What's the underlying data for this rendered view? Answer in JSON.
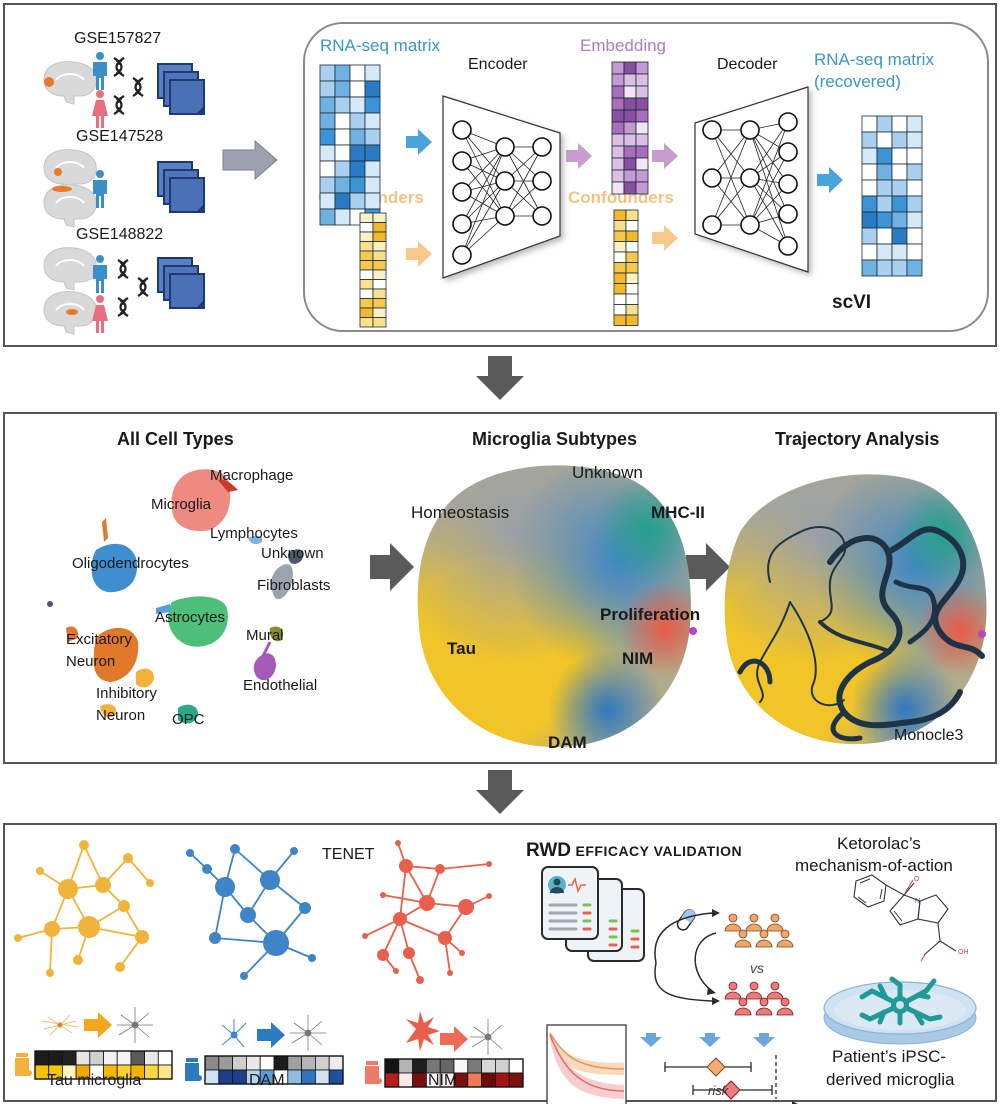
{
  "colors": {
    "rna_blue": "#3a97d4",
    "confounder_yellow": "#f3c55b",
    "embedding_purple": "#9c5aa8",
    "arrow_gray": "#5c5c5c",
    "male_blue": "#3a8fcb",
    "female_pink": "#e96f7f",
    "stack_blue": "#4a72b8",
    "tau_yellow": "#f1c232",
    "dam_blue": "#3d85c6",
    "nim_red": "#e8604c",
    "trajectory_navy": "#1f3347",
    "petri_teal": "#1f9a96"
  },
  "panel1": {
    "datasets": [
      {
        "id": "GSE157827",
        "people": [
          "male",
          "female"
        ],
        "dna_count": 3
      },
      {
        "id": "GSE147528",
        "people": [
          "male"
        ],
        "dna_count": 0
      },
      {
        "id": "GSE148822",
        "people": [
          "male",
          "female"
        ],
        "dna_count": 3
      }
    ],
    "scvi": {
      "rna_matrix_label": "RNA-seq matrix",
      "confounders_label": "Confounders",
      "encoder_label": "Encoder",
      "embedding_label": "Embedding",
      "confounders2_label": "Confounders",
      "decoder_label": "Decoder",
      "recovered_label_line1": "RNA-seq matrix",
      "recovered_label_line2": "(recovered)",
      "model_name": "scVI"
    }
  },
  "panel2": {
    "all_cell_types": {
      "title": "All Cell Types",
      "labels": [
        "Macrophage",
        "Microglia",
        "Lymphocytes",
        "Unknown",
        "Oligodendrocytes",
        "Fibroblasts",
        "Astrocytes",
        "Mural",
        "Excitatory",
        "Neuron",
        "Inhibitory",
        "Neuron",
        "Endothelial",
        "OPC"
      ]
    },
    "microglia_subtypes": {
      "title": "Microglia Subtypes",
      "labels": {
        "unknown": "Unknown",
        "homeostasis": "Homeostasis",
        "mhc2": "MHC-II",
        "proliferation": "Proliferation",
        "tau": "Tau",
        "nim": "NIM",
        "dam": "DAM"
      }
    },
    "trajectory": {
      "title": "Trajectory Analysis",
      "method": "Monocle3"
    }
  },
  "panel3": {
    "tenet_label": "TENET",
    "networks": [
      {
        "name": "Tau microglia",
        "color": "#f1b43a"
      },
      {
        "name": "DAM",
        "color": "#3d85c6"
      },
      {
        "name": "NIM",
        "color": "#e8604c"
      }
    ],
    "heatmaps": {
      "tau_top": [
        "#1c1c1c",
        "#1c1c1c",
        "#222",
        "#e6e6e6",
        "#d0d0d0",
        "#f2f2f2",
        "#f5f5f5",
        "#5a5a5a",
        "#e8e8e8",
        "#ffffff"
      ],
      "tau_bottom": [
        "#f5c400",
        "#f5c700",
        "#fff3c6",
        "#f2a900",
        "#ffffff",
        "#f5b800",
        "#f8d232",
        "#f2b300",
        "#f8d83a",
        "#fbe78a"
      ],
      "dam_top": [
        "#8a8a8a",
        "#9a9a9a",
        "#cfcfcf",
        "#e8e8e8",
        "#ffffff",
        "#1c1c1c",
        "#a0a0a0",
        "#b5b5b5",
        "#cfcfcf",
        "#ececec"
      ],
      "dam_bottom": [
        "#cfe2f3",
        "#1c3f8a",
        "#1c3f8a",
        "#b8d4ec",
        "#5c9fd6",
        "#ffffff",
        "#8fbde0",
        "#2f73c0",
        "#d2e4f2",
        "#1f4f9e"
      ],
      "nim_top": [
        "#141414",
        "#b5b5b5",
        "#1e1e1e",
        "#777777",
        "#666666",
        "#f8f8f8",
        "#7a7a7a",
        "#d8d8d8",
        "#cfcfcf",
        "#ffffff"
      ],
      "nim_bottom": [
        "#b71c1c",
        "#fbe9e7",
        "#7a0f0f",
        "#ffffff",
        "#fcebea",
        "#7a0f0f",
        "#ef7a5a",
        "#6b0c0c",
        "#a31515",
        "#7d1010"
      ]
    },
    "rwd": {
      "title_main": "RWD",
      "title_rest": "EFFICACY VALIDATION",
      "vs_label": "vs",
      "risk_label": "risk"
    },
    "ketorolac": {
      "title_line1": "Ketorolac’s",
      "title_line2": "mechanism-of-action",
      "atom_o": "O",
      "atom_n": "N",
      "atom_oh": "OH",
      "caption_line1": "Patient’s iPSC-",
      "caption_line2": "derived microglia"
    }
  }
}
